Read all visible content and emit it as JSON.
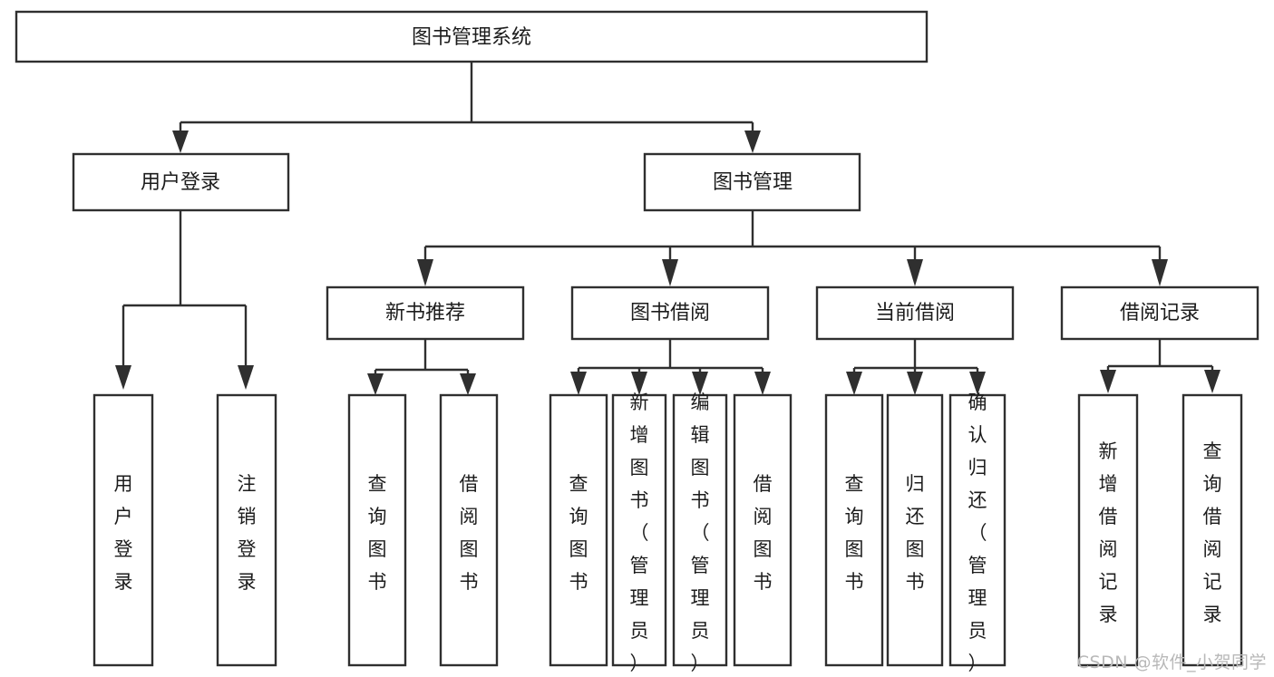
{
  "diagram": {
    "type": "tree-hierarchy",
    "orientation": "top-down",
    "root": {
      "id": "root",
      "label": "图书管理系统"
    },
    "level2": [
      {
        "id": "user-login",
        "label": "用户登录"
      },
      {
        "id": "book-manage",
        "label": "图书管理"
      }
    ],
    "level3": [
      {
        "id": "new-book-rec",
        "label": "新书推荐",
        "parent": "book-manage"
      },
      {
        "id": "book-borrow",
        "label": "图书借阅",
        "parent": "book-manage"
      },
      {
        "id": "current-borrow",
        "label": "当前借阅",
        "parent": "book-manage"
      },
      {
        "id": "borrow-record",
        "label": "借阅记录",
        "parent": "book-manage"
      }
    ],
    "leaves": [
      {
        "id": "leaf-user-login",
        "label": "用户登录",
        "parent": "user-login"
      },
      {
        "id": "leaf-logout",
        "label": "注销登录",
        "parent": "user-login"
      },
      {
        "id": "leaf-query-book-1",
        "label": "查询图书",
        "parent": "new-book-rec"
      },
      {
        "id": "leaf-borrow-book-1",
        "label": "借阅图书",
        "parent": "new-book-rec"
      },
      {
        "id": "leaf-query-book-2",
        "label": "查询图书",
        "parent": "book-borrow"
      },
      {
        "id": "leaf-add-book",
        "label": "新增图书（管理员）",
        "parent": "book-borrow"
      },
      {
        "id": "leaf-edit-book",
        "label": "编辑图书（管理员）",
        "parent": "book-borrow"
      },
      {
        "id": "leaf-borrow-book-2",
        "label": "借阅图书",
        "parent": "book-borrow"
      },
      {
        "id": "leaf-query-book-3",
        "label": "查询图书",
        "parent": "current-borrow"
      },
      {
        "id": "leaf-return-book",
        "label": "归还图书",
        "parent": "current-borrow"
      },
      {
        "id": "leaf-confirm-return",
        "label": "确认归还（管理员）",
        "parent": "current-borrow"
      },
      {
        "id": "leaf-add-record",
        "label": "新增借阅记录",
        "parent": "borrow-record"
      },
      {
        "id": "leaf-query-record",
        "label": "查询借阅记录",
        "parent": "borrow-record"
      }
    ]
  },
  "watermark": {
    "label": "CSDN @软件_小贺同学"
  },
  "colors": {
    "stroke": "#2f2f2f",
    "fill": "#ffffff",
    "text": "#1c1c1c",
    "watermark": "#b8b8b8"
  }
}
